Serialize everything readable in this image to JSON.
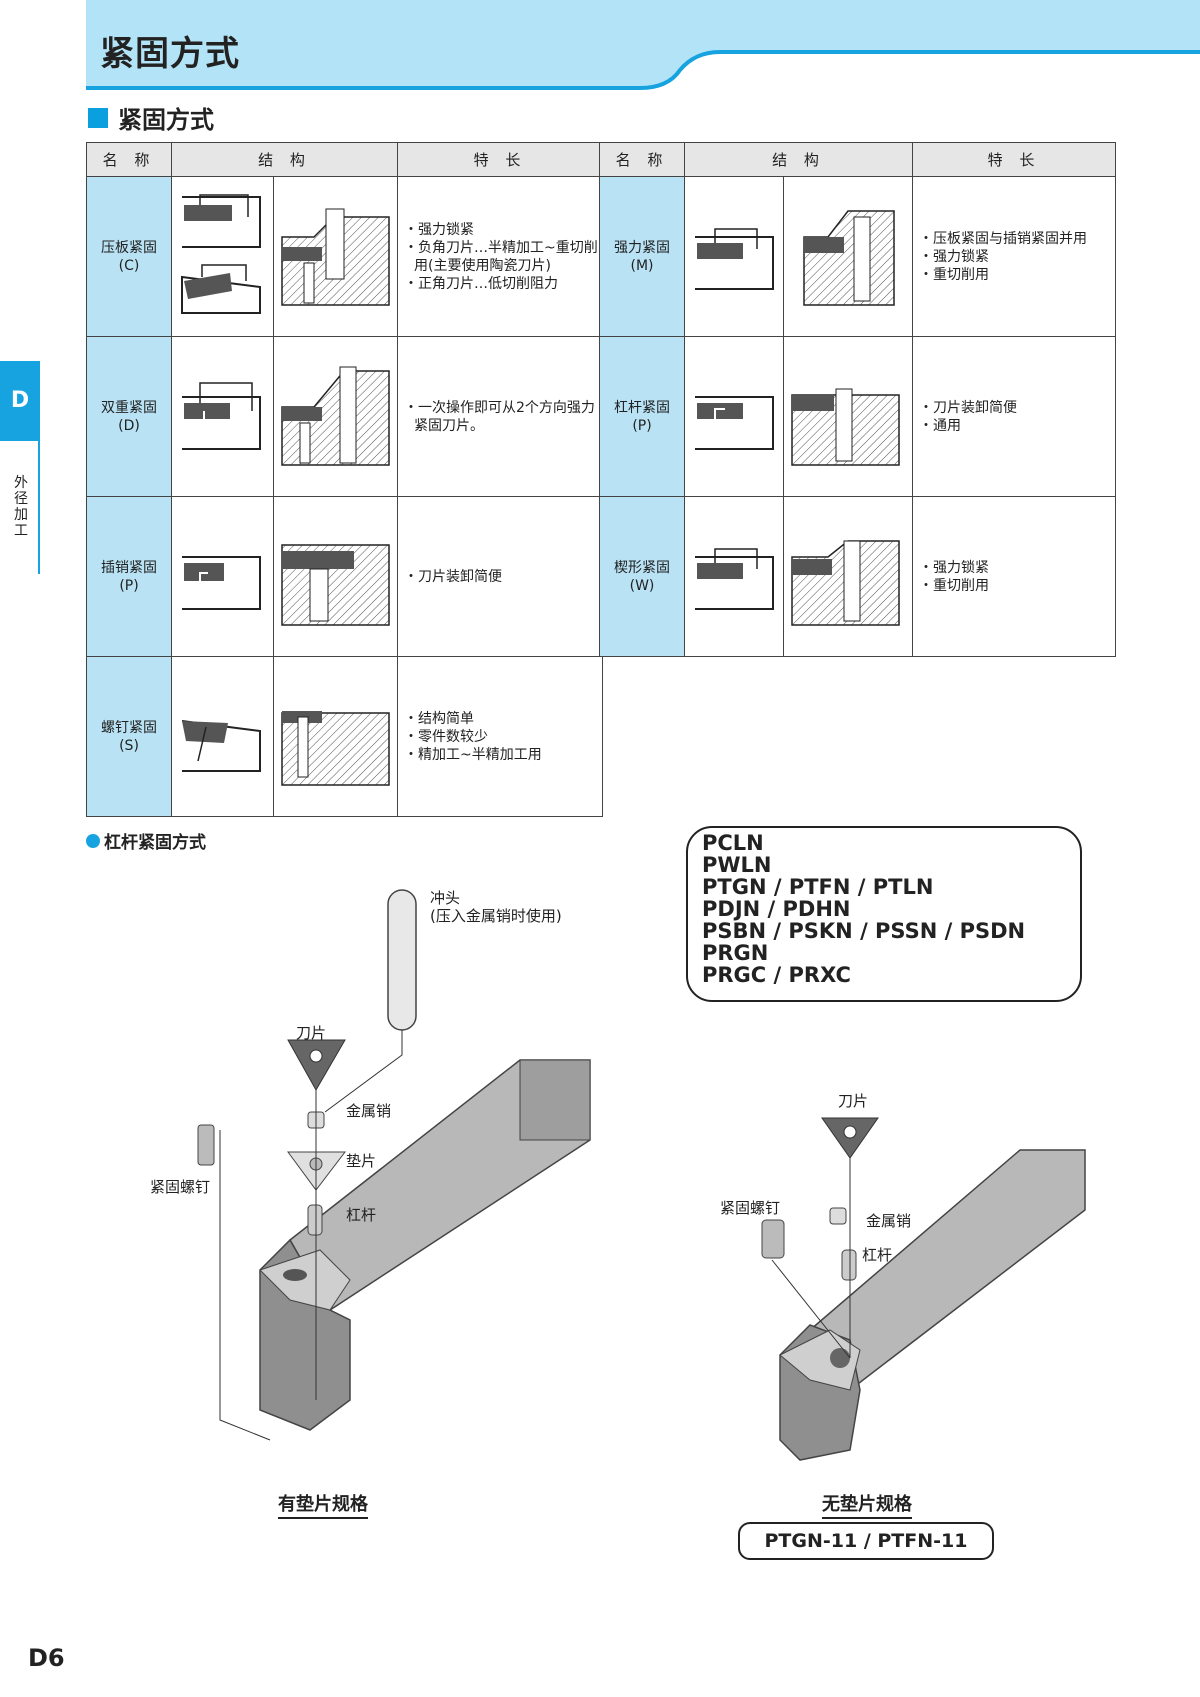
{
  "header": {
    "title": "紧固方式"
  },
  "section": {
    "title": "紧固方式"
  },
  "side_tab": {
    "letter": "D",
    "label": "外径加工"
  },
  "table_headers": {
    "name": "名 称",
    "structure": "结 构",
    "features": "特 长"
  },
  "left_rows": [
    {
      "name": "压板紧固",
      "code": "(C)",
      "features": [
        "・强力锁紧",
        "・负角刀片…半精加工~重切削用(主要使用陶瓷刀片)",
        "・正角刀片…低切削阻力"
      ]
    },
    {
      "name": "双重紧固",
      "code": "(D)",
      "features": [
        "・一次操作即可从2个方向强力紧固刀片。"
      ]
    },
    {
      "name": "插销紧固",
      "code": "(P)",
      "features": [
        "・刀片装卸简便"
      ]
    },
    {
      "name": "螺钉紧固",
      "code": "(S)",
      "features": [
        "・结构简单",
        "・零件数较少",
        "・精加工~半精加工用"
      ]
    }
  ],
  "right_rows": [
    {
      "name": "强力紧固",
      "code": "(M)",
      "features": [
        "・压板紧固与插销紧固并用",
        "・强力锁紧",
        "・重切削用"
      ]
    },
    {
      "name": "杠杆紧固",
      "code": "(P)",
      "features": [
        "・刀片装卸简便",
        "・通用"
      ]
    },
    {
      "name": "楔形紧固",
      "code": "(W)",
      "features": [
        "・强力锁紧",
        "・重切削用"
      ]
    }
  ],
  "lever": {
    "heading": "杠杆紧固方式",
    "models": [
      "PCLN",
      "PWLN",
      "PTGN / PTFN / PTLN",
      "PDJN / PDHN",
      "PSBN / PSKN / PSSN / PSDN",
      "PRGN",
      "PRGC / PRXC"
    ],
    "labels_left": {
      "punch": "冲头",
      "punch_note": "(压入金属销时使用)",
      "insert": "刀片",
      "pin": "金属销",
      "shim": "垫片",
      "lever": "杠杆",
      "screw": "紧固螺钉",
      "caption": "有垫片规格"
    },
    "labels_right": {
      "insert": "刀片",
      "screw": "紧固螺钉",
      "pin": "金属销",
      "lever": "杠杆",
      "caption": "无垫片规格",
      "model": "PTGN-11 / PTFN-11"
    }
  },
  "page_number": "D6",
  "colors": {
    "band": "#b3e3f7",
    "accent": "#17a3e0",
    "name_cell": "#b9e3f5",
    "header_cell": "#e6e6e6"
  }
}
